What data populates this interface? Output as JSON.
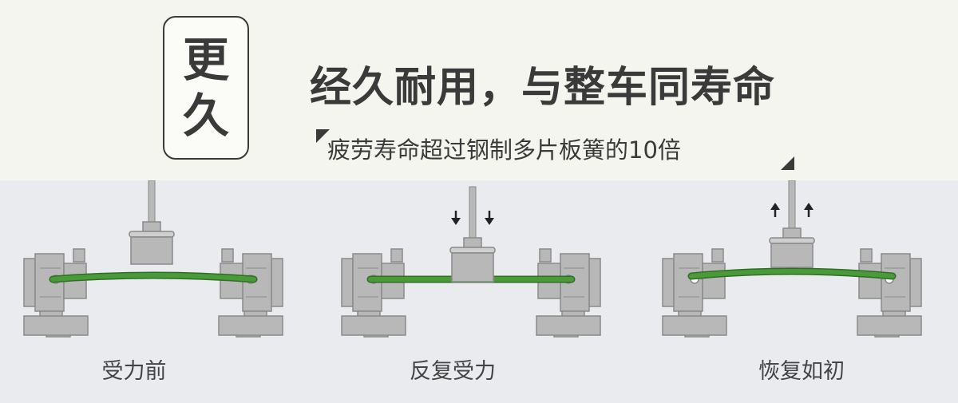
{
  "badge": {
    "char1": "更",
    "char2": "久"
  },
  "headline": "经久耐用，与整车同寿命",
  "subline": "疲劳寿命超过钢制多片板簧的10倍",
  "stages": [
    {
      "label": "受力前",
      "state": "before-load",
      "spring_shape": "arched-up",
      "arrows": "none"
    },
    {
      "label": "反复受力",
      "state": "repeated-load",
      "spring_shape": "flattened",
      "arrows": "down"
    },
    {
      "label": "恢复如初",
      "state": "recovered",
      "spring_shape": "arched-up",
      "arrows": "up"
    }
  ],
  "colors": {
    "spring": "#4a9a3a",
    "spring_dark": "#2f6e26",
    "metal": "#b8b8b8",
    "metal_dark": "#8a8a8a",
    "text": "#3a3a3a"
  }
}
